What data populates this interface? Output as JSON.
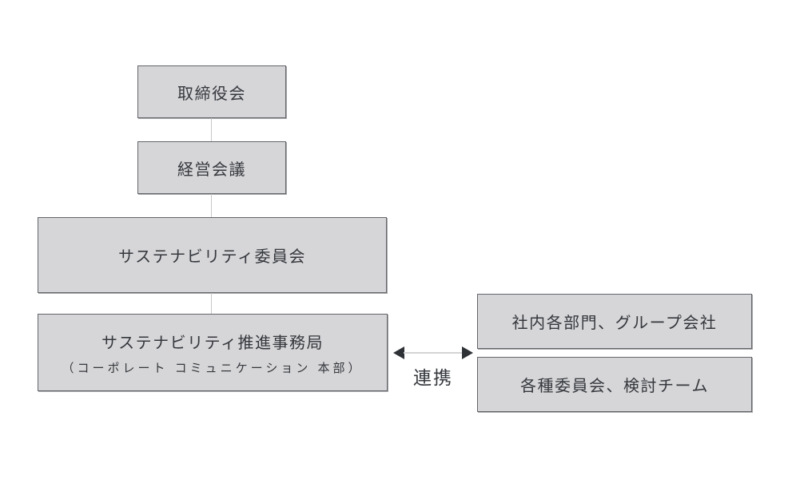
{
  "colors": {
    "background": "#ffffff",
    "box_fill": "#d6d6d8",
    "box_border": "#63656a",
    "text": "#34373c",
    "connector": "#c8c8ca",
    "arrow_line": "#d4d4d6",
    "arrow_head": "#2e3136"
  },
  "nodes": {
    "board": {
      "label": "取締役会"
    },
    "management": {
      "label": "経営会議"
    },
    "sustainability_committee": {
      "label": "サステナビリティ委員会"
    },
    "promotion_office": {
      "title": "サステナビリティ推進事務局",
      "subtitle": "（コーポレート コミュニケーション 本部）"
    },
    "internal_departments": {
      "label": "社内各部門、グループ会社"
    },
    "committees_teams": {
      "label": "各種委員会、検討チーム"
    }
  },
  "link": {
    "label": "連携"
  }
}
